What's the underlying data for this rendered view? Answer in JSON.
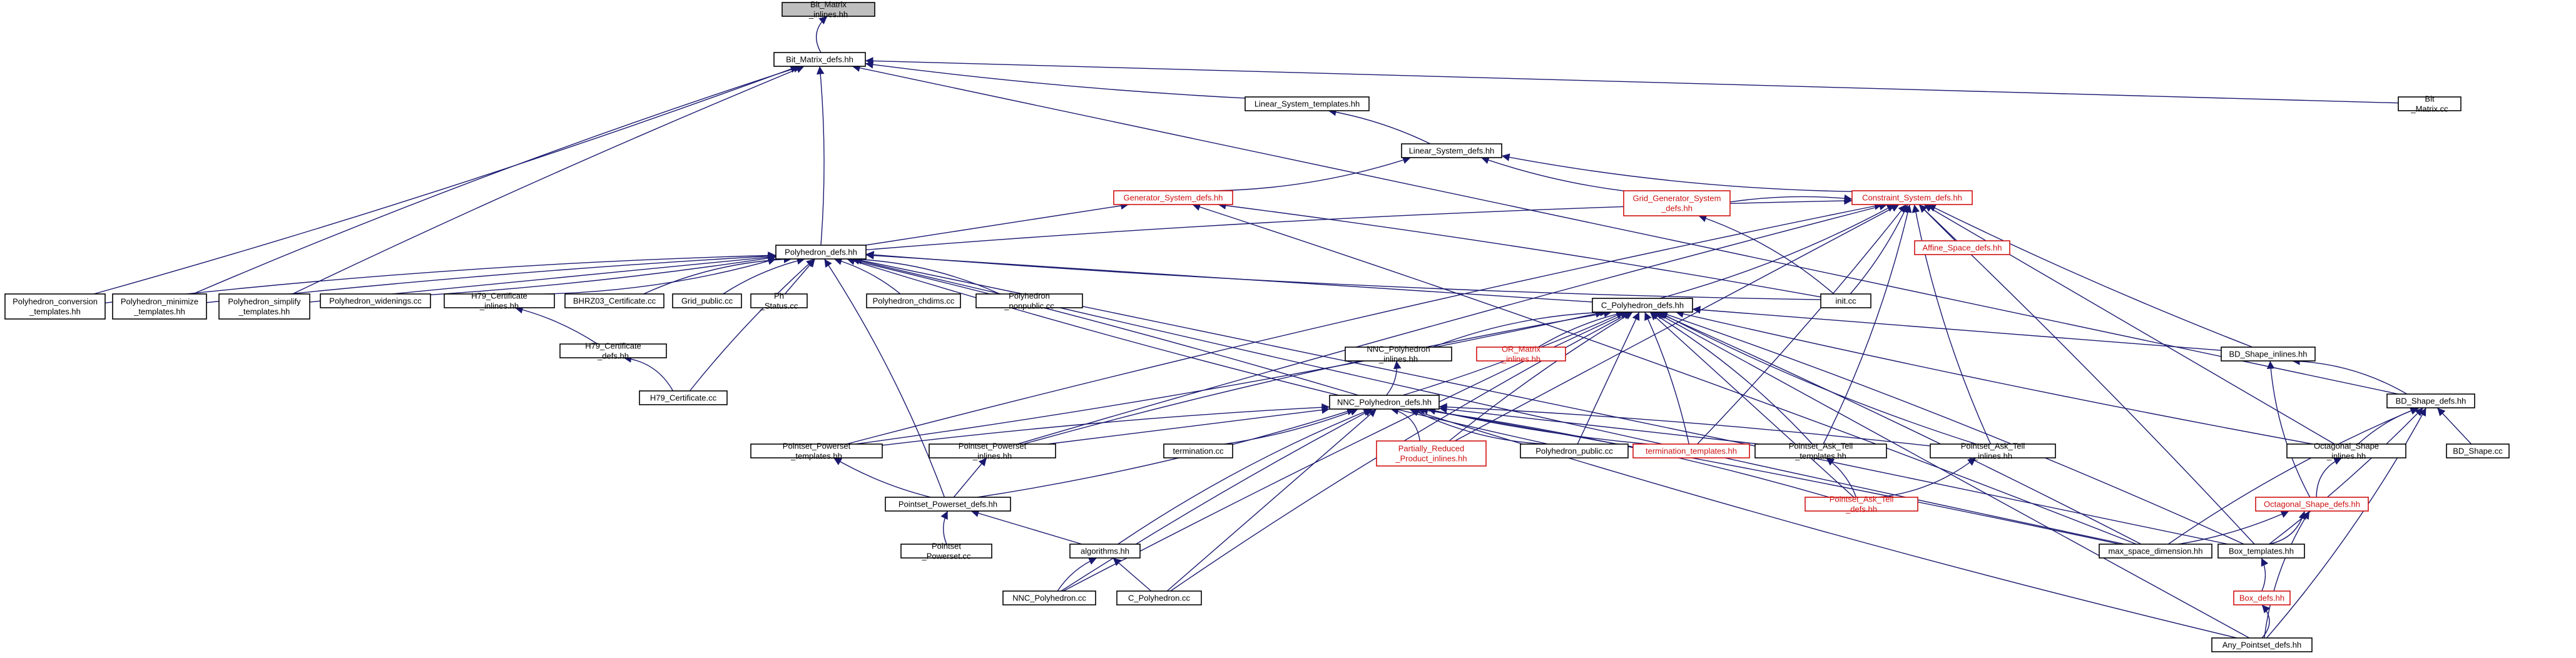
{
  "nodes": [
    {
      "id": "bm_inl",
      "label": "Bit_Matrix_inlines.hh",
      "style": "root"
    },
    {
      "id": "bm_defs",
      "label": "Bit_Matrix_defs.hh"
    },
    {
      "id": "bm_cc",
      "label": "Bit_Matrix.cc"
    },
    {
      "id": "ls_tmpl",
      "label": "Linear_System_templates.hh"
    },
    {
      "id": "ls_defs",
      "label": "Linear_System_defs.hh"
    },
    {
      "id": "gs_defs",
      "label": "Generator_System_defs.hh",
      "style": "red"
    },
    {
      "id": "cs_defs",
      "label": "Constraint_System_defs.hh",
      "style": "red"
    },
    {
      "id": "ggs_defs",
      "label": "Grid_Generator_System_defs.hh",
      "style": "red"
    },
    {
      "id": "as_defs",
      "label": "Affine_Space_defs.hh",
      "style": "red"
    },
    {
      "id": "poly_defs",
      "label": "Polyhedron_defs.hh"
    },
    {
      "id": "pconv",
      "label": "Polyhedron_conversion_templates.hh"
    },
    {
      "id": "pmin",
      "label": "Polyhedron_minimize_templates.hh"
    },
    {
      "id": "psimp",
      "label": "Polyhedron_simplify_templates.hh"
    },
    {
      "id": "pwid",
      "label": "Polyhedron_widenings.cc"
    },
    {
      "id": "h79inl",
      "label": "H79_Certificate_inlines.hh"
    },
    {
      "id": "bhrz",
      "label": "BHRZ03_Certificate.cc"
    },
    {
      "id": "gridpub",
      "label": "Grid_public.cc"
    },
    {
      "id": "phst",
      "label": "Ph_Status.cc"
    },
    {
      "id": "pchd",
      "label": "Polyhedron_chdims.cc"
    },
    {
      "id": "pnonpub",
      "label": "Polyhedron_nonpublic.cc"
    },
    {
      "id": "init",
      "label": "init.cc"
    },
    {
      "id": "h79defs",
      "label": "H79_Certificate_defs.hh"
    },
    {
      "id": "h79cc",
      "label": "H79_Certificate.cc"
    },
    {
      "id": "cpoly_defs",
      "label": "C_Polyhedron_defs.hh"
    },
    {
      "id": "nnc_inl",
      "label": "NNC_Polyhedron_inlines.hh"
    },
    {
      "id": "or_inl",
      "label": "OR_Matrix_inlines.hh",
      "style": "red"
    },
    {
      "id": "bds_inl",
      "label": "BD_Shape_inlines.hh"
    },
    {
      "id": "bds_defs",
      "label": "BD_Shape_defs.hh"
    },
    {
      "id": "nnc_defs",
      "label": "NNC_Polyhedron_defs.hh"
    },
    {
      "id": "pps_tmpl",
      "label": "Pointset_Powerset_templates.hh"
    },
    {
      "id": "pps_inl",
      "label": "Pointset_Powerset_inlines.hh"
    },
    {
      "id": "term_cc",
      "label": "termination.cc"
    },
    {
      "id": "prp_inl",
      "label": "Partially_Reduced_Product_inlines.hh",
      "style": "red"
    },
    {
      "id": "ppub",
      "label": "Polyhedron_public.cc"
    },
    {
      "id": "term_tmpl",
      "label": "termination_templates.hh",
      "style": "red"
    },
    {
      "id": "pat_tmpl",
      "label": "Pointset_Ask_Tell_templates.hh"
    },
    {
      "id": "pat_inl",
      "label": "Pointset_Ask_Tell_inlines.hh"
    },
    {
      "id": "oct_inl",
      "label": "Octagonal_Shape_inlines.hh"
    },
    {
      "id": "bds_cc",
      "label": "BD_Shape.cc"
    },
    {
      "id": "pps_defs",
      "label": "Pointset_Powerset_defs.hh"
    },
    {
      "id": "pat_defs",
      "label": "Pointset_Ask_Tell_defs.hh",
      "style": "red"
    },
    {
      "id": "oct_defs",
      "label": "Octagonal_Shape_defs.hh",
      "style": "red"
    },
    {
      "id": "pps_cc",
      "label": "Pointset_Powerset.cc"
    },
    {
      "id": "algo",
      "label": "algorithms.hh"
    },
    {
      "id": "msd",
      "label": "max_space_dimension.hh"
    },
    {
      "id": "box_tmpl",
      "label": "Box_templates.hh"
    },
    {
      "id": "nnc_cc",
      "label": "NNC_Polyhedron.cc"
    },
    {
      "id": "cpoly_cc",
      "label": "C_Polyhedron.cc"
    },
    {
      "id": "box_defs",
      "label": "Box_defs.hh",
      "style": "red"
    },
    {
      "id": "aps_defs",
      "label": "Any_Pointset_defs.hh"
    }
  ],
  "edges": [
    [
      "bm_defs",
      "bm_inl"
    ],
    [
      "ls_tmpl",
      "bm_defs"
    ],
    [
      "bm_cc",
      "bm_defs"
    ],
    [
      "poly_defs",
      "bm_defs"
    ],
    [
      "pconv",
      "bm_defs"
    ],
    [
      "pmin",
      "bm_defs"
    ],
    [
      "psimp",
      "bm_defs"
    ],
    [
      "bds_defs",
      "bm_defs"
    ],
    [
      "ls_defs",
      "ls_tmpl"
    ],
    [
      "gs_defs",
      "ls_defs"
    ],
    [
      "cs_defs",
      "ls_defs"
    ],
    [
      "ggs_defs",
      "ls_defs"
    ],
    [
      "poly_defs",
      "gs_defs"
    ],
    [
      "init",
      "gs_defs"
    ],
    [
      "msd",
      "gs_defs"
    ],
    [
      "poly_defs",
      "cs_defs"
    ],
    [
      "ggs_defs",
      "cs_defs"
    ],
    [
      "as_defs",
      "cs_defs"
    ],
    [
      "init",
      "cs_defs"
    ],
    [
      "cpoly_defs",
      "cs_defs"
    ],
    [
      "pps_tmpl",
      "cs_defs"
    ],
    [
      "pps_inl",
      "cs_defs"
    ],
    [
      "prp_inl",
      "cs_defs"
    ],
    [
      "term_tmpl",
      "cs_defs"
    ],
    [
      "pat_tmpl",
      "cs_defs"
    ],
    [
      "pat_inl",
      "cs_defs"
    ],
    [
      "bds_inl",
      "cs_defs"
    ],
    [
      "oct_inl",
      "cs_defs"
    ],
    [
      "box_tmpl",
      "cs_defs"
    ],
    [
      "init",
      "ggs_defs"
    ],
    [
      "pconv",
      "poly_defs"
    ],
    [
      "pmin",
      "poly_defs"
    ],
    [
      "psimp",
      "poly_defs"
    ],
    [
      "pwid",
      "poly_defs"
    ],
    [
      "h79inl",
      "poly_defs"
    ],
    [
      "bhrz",
      "poly_defs"
    ],
    [
      "gridpub",
      "poly_defs"
    ],
    [
      "phst",
      "poly_defs"
    ],
    [
      "pchd",
      "poly_defs"
    ],
    [
      "pnonpub",
      "poly_defs"
    ],
    [
      "init",
      "poly_defs"
    ],
    [
      "h79cc",
      "poly_defs"
    ],
    [
      "cpoly_defs",
      "poly_defs"
    ],
    [
      "nnc_defs",
      "poly_defs"
    ],
    [
      "pps_defs",
      "poly_defs"
    ],
    [
      "ppub",
      "poly_defs"
    ],
    [
      "msd",
      "poly_defs"
    ],
    [
      "box_tmpl",
      "poly_defs"
    ],
    [
      "h79defs",
      "h79inl"
    ],
    [
      "h79cc",
      "h79defs"
    ],
    [
      "nnc_inl",
      "cpoly_defs"
    ],
    [
      "or_inl",
      "cpoly_defs"
    ],
    [
      "bds_inl",
      "cpoly_defs"
    ],
    [
      "nnc_defs",
      "cpoly_defs"
    ],
    [
      "pps_tmpl",
      "cpoly_defs"
    ],
    [
      "pps_inl",
      "cpoly_defs"
    ],
    [
      "prp_inl",
      "cpoly_defs"
    ],
    [
      "ppub",
      "cpoly_defs"
    ],
    [
      "term_tmpl",
      "cpoly_defs"
    ],
    [
      "pat_tmpl",
      "cpoly_defs"
    ],
    [
      "pat_inl",
      "cpoly_defs"
    ],
    [
      "oct_inl",
      "cpoly_defs"
    ],
    [
      "pat_defs",
      "cpoly_defs"
    ],
    [
      "msd",
      "cpoly_defs"
    ],
    [
      "box_tmpl",
      "cpoly_defs"
    ],
    [
      "cpoly_cc",
      "cpoly_defs"
    ],
    [
      "nnc_cc",
      "cpoly_defs"
    ],
    [
      "aps_defs",
      "cpoly_defs"
    ],
    [
      "nnc_defs",
      "nnc_inl"
    ],
    [
      "bds_defs",
      "bds_inl"
    ],
    [
      "oct_defs",
      "bds_inl"
    ],
    [
      "oct_inl",
      "bds_defs"
    ],
    [
      "bds_cc",
      "bds_defs"
    ],
    [
      "box_tmpl",
      "bds_defs"
    ],
    [
      "aps_defs",
      "bds_defs"
    ],
    [
      "msd",
      "bds_defs"
    ],
    [
      "pps_tmpl",
      "nnc_defs"
    ],
    [
      "pps_inl",
      "nnc_defs"
    ],
    [
      "term_cc",
      "nnc_defs"
    ],
    [
      "prp_inl",
      "nnc_defs"
    ],
    [
      "ppub",
      "nnc_defs"
    ],
    [
      "term_tmpl",
      "nnc_defs"
    ],
    [
      "pat_tmpl",
      "nnc_defs"
    ],
    [
      "pat_inl",
      "nnc_defs"
    ],
    [
      "pps_defs",
      "nnc_defs"
    ],
    [
      "algo",
      "nnc_defs"
    ],
    [
      "nnc_cc",
      "nnc_defs"
    ],
    [
      "cpoly_cc",
      "nnc_defs"
    ],
    [
      "msd",
      "nnc_defs"
    ],
    [
      "pat_defs",
      "nnc_defs"
    ],
    [
      "aps_defs",
      "nnc_defs"
    ],
    [
      "pps_defs",
      "pps_tmpl"
    ],
    [
      "pps_defs",
      "pps_inl"
    ],
    [
      "pat_defs",
      "pat_tmpl"
    ],
    [
      "pat_defs",
      "pat_inl"
    ],
    [
      "oct_defs",
      "oct_inl"
    ],
    [
      "pps_cc",
      "pps_defs"
    ],
    [
      "algo",
      "pps_defs"
    ],
    [
      "msd",
      "oct_defs"
    ],
    [
      "box_tmpl",
      "oct_defs"
    ],
    [
      "aps_defs",
      "oct_defs"
    ],
    [
      "nnc_cc",
      "algo"
    ],
    [
      "cpoly_cc",
      "algo"
    ],
    [
      "box_defs",
      "box_tmpl"
    ],
    [
      "aps_defs",
      "box_defs"
    ]
  ]
}
